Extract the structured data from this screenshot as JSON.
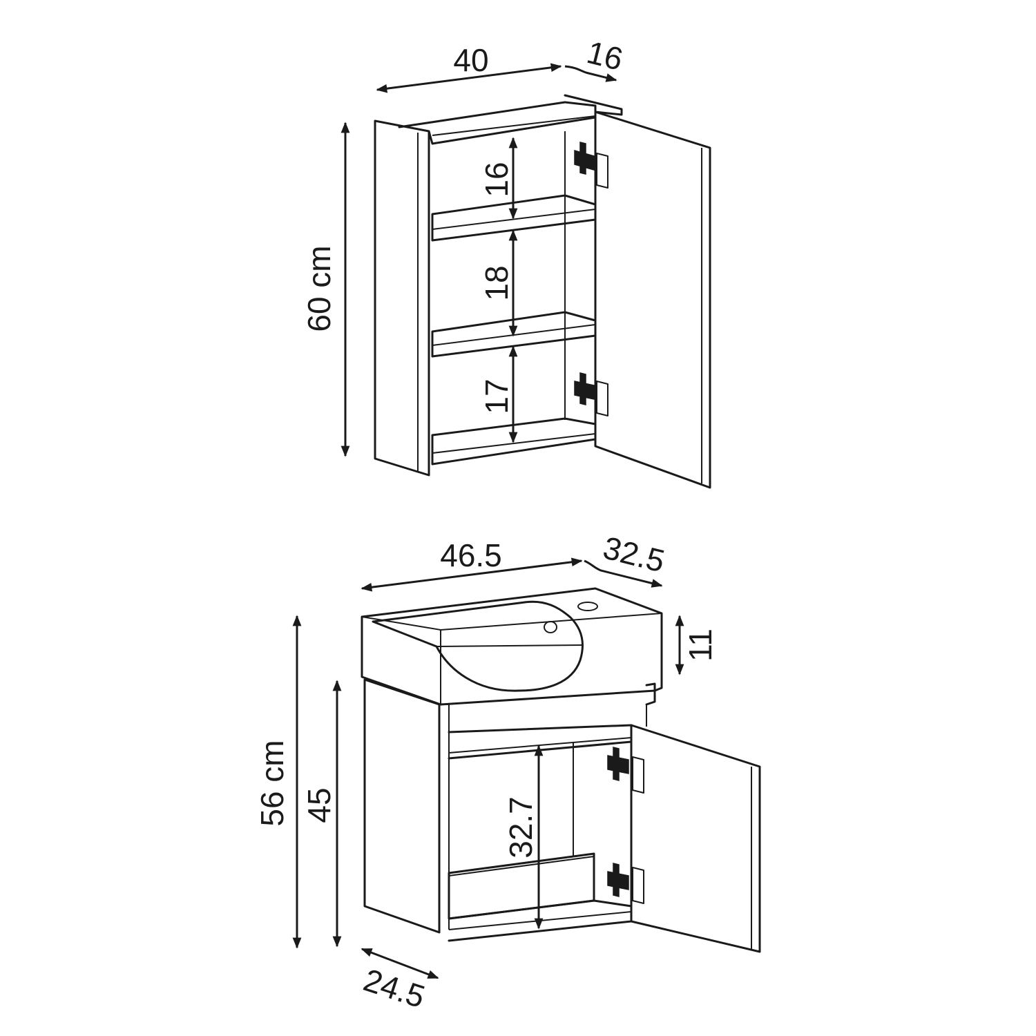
{
  "diagram": {
    "wall_cabinet": {
      "width": "40",
      "depth": "16",
      "height": "60 cm",
      "shelf_top": "16",
      "shelf_middle": "18",
      "shelf_bottom": "17"
    },
    "vanity": {
      "width": "46.5",
      "depth": "32.5",
      "basin_height": "11",
      "total_height": "56 cm",
      "cabinet_height": "45",
      "inner_height": "32.7",
      "cabinet_depth": "24.5"
    }
  }
}
